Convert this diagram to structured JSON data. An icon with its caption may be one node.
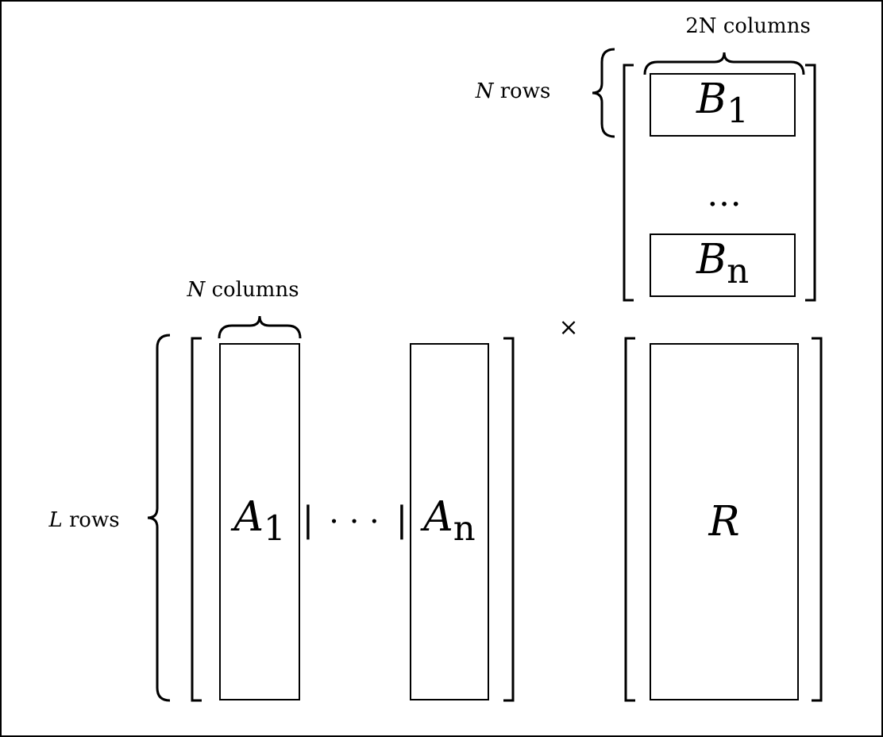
{
  "diagram": {
    "nodes": [
      {
        "text": [
          "*B*$_{1}$"
        ]
      },
      {
        "text": [
          "*B*$_{n}$"
        ]
      },
      {
        "text": [
          "*A*$_{1}$"
        ]
      },
      {
        "text": [
          "*A*$_{n}$"
        ]
      },
      {
        "text": [
          "*R*"
        ]
      }
    ],
    "labels": [
      "2N columns",
      "*N* rows",
      "…",
      "*N* columns",
      "×",
      "*L* rows",
      "|",
      "· · ·",
      "|"
    ]
  }
}
